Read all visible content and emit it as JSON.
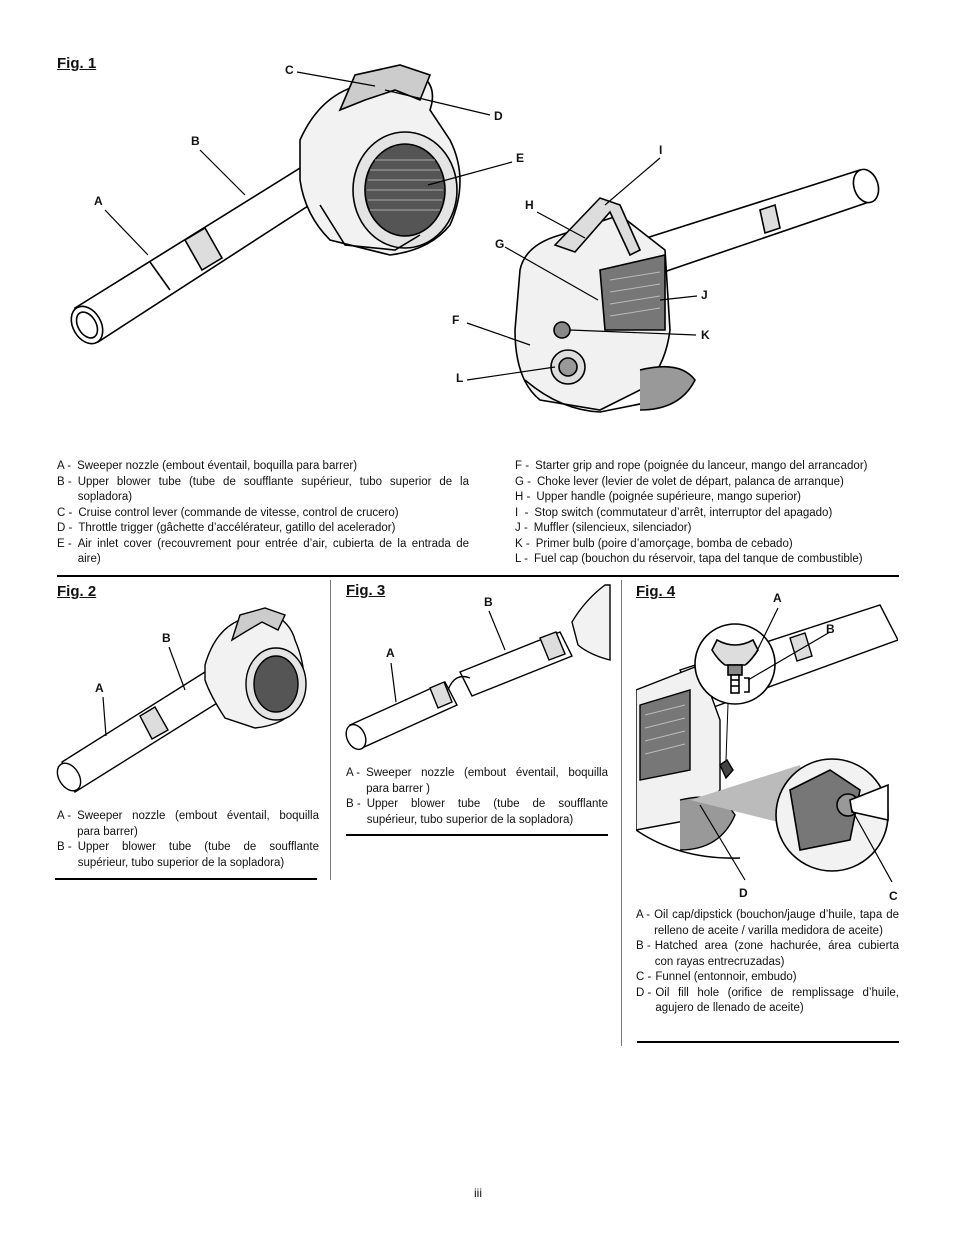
{
  "fig1": {
    "title": "Fig. 1",
    "callouts": [
      "A",
      "B",
      "C",
      "D",
      "E",
      "F",
      "G",
      "H",
      "I",
      "J",
      "K",
      "L"
    ],
    "legend_left": [
      {
        "key": "A -",
        "text": "Sweeper nozzle (embout éventail, boquilla para barrer)"
      },
      {
        "key": "B -",
        "text": "Upper blower tube (tube de soufflante supérieur, tubo superior de la sopladora)"
      },
      {
        "key": "C -",
        "text": "Cruise control lever (commande de vitesse, control de crucero)"
      },
      {
        "key": "D -",
        "text": "Throttle trigger (gâchette d’accélérateur, gatillo del acelerador)"
      },
      {
        "key": "E -",
        "text": "Air inlet cover (recouvrement pour entrée d’air, cubierta de la entrada de aire)"
      }
    ],
    "legend_right": [
      {
        "key": "F -",
        "text": "Starter grip and rope (poignée du lanceur, mango del arrancador)"
      },
      {
        "key": "G -",
        "text": "Choke lever (levier de volet de départ, palanca de arranque)"
      },
      {
        "key": "H -",
        "text": "Upper handle (poignée supérieure, mango superior)"
      },
      {
        "key": "I  -",
        "text": "Stop switch (commutateur d’arrêt, interruptor del apagado)"
      },
      {
        "key": "J -",
        "text": "Muffler (silencieux, silenciador)"
      },
      {
        "key": "K -",
        "text": "Primer bulb (poire d’amorçage, bomba de cebado)"
      },
      {
        "key": "L -",
        "text": "Fuel cap (bouchon du réservoir, tapa del tanque de combustible)"
      }
    ]
  },
  "fig2": {
    "title": "Fig. 2",
    "callouts": [
      "A",
      "B"
    ],
    "legend": [
      {
        "key": "A -",
        "text": "Sweeper nozzle (embout éventail, boquilla para barrer)"
      },
      {
        "key": "B -",
        "text": "Upper blower tube (tube de soufflante supérieur, tubo superior de la sopladora)"
      }
    ]
  },
  "fig3": {
    "title": "Fig. 3",
    "callouts": [
      "A",
      "B"
    ],
    "legend": [
      {
        "key": "A -",
        "text": "Sweeper nozzle (embout éventail, boquilla para barrer )"
      },
      {
        "key": "B -",
        "text": "Upper blower tube (tube de soufflante supérieur, tubo superior de la sopladora)"
      }
    ]
  },
  "fig4": {
    "title": "Fig. 4",
    "callouts": [
      "A",
      "B",
      "C",
      "D"
    ],
    "legend": [
      {
        "key": "A -",
        "text": "Oil cap/dipstick (bouchon/jauge d’huile, tapa de relleno de aceite / varilla medidora de aceite)"
      },
      {
        "key": "B -",
        "text": "Hatched area (zone hachurée, área cubierta con rayas entrecruzadas)"
      },
      {
        "key": "C -",
        "text": "Funnel (entonnoir, embudo)"
      },
      {
        "key": "D -",
        "text": "Oil fill hole (orifice de remplissage d’huile, agujero de llenado de aceite)"
      }
    ]
  },
  "page_number": "iii"
}
